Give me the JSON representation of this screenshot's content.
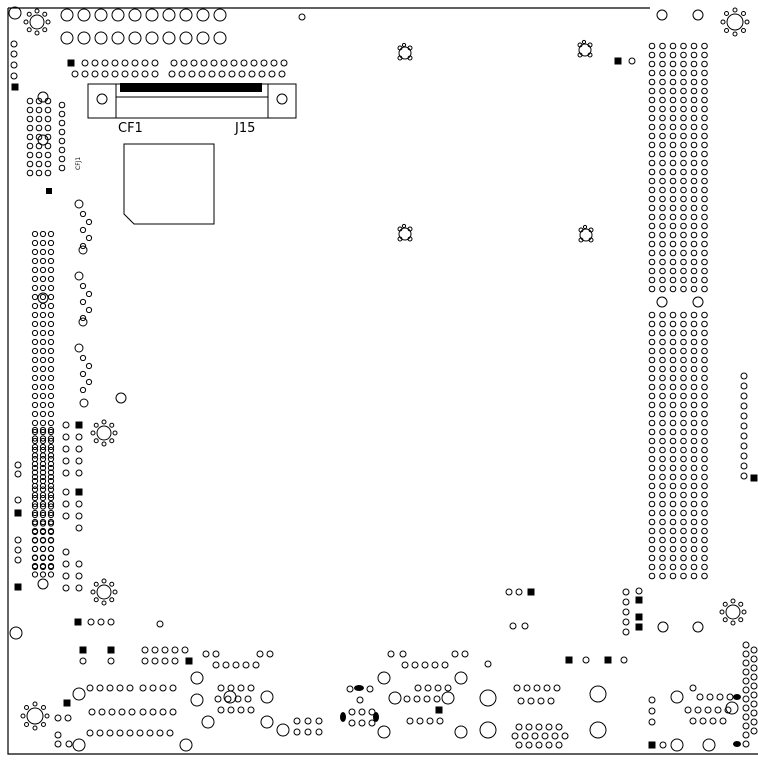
{
  "drawing": {
    "ink": "#000000",
    "paper": "#ffffff",
    "labels": {
      "cf": "CF1",
      "header": "J15",
      "rotated": "CFJ1"
    }
  }
}
